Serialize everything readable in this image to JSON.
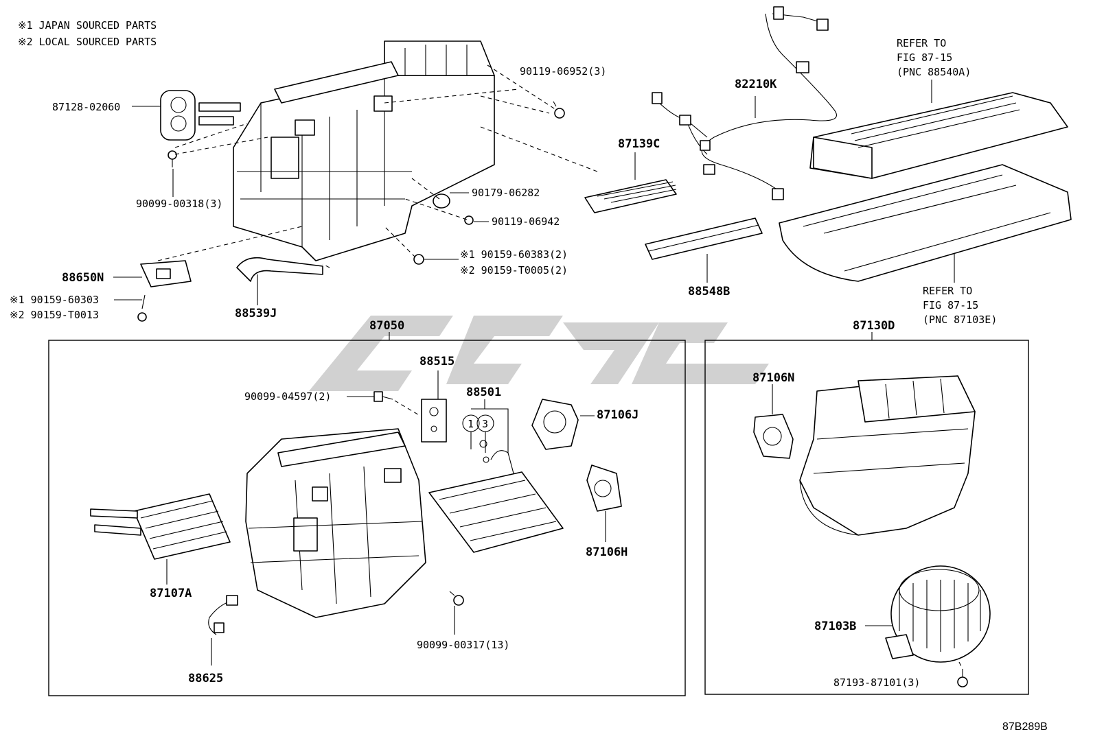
{
  "notes": [
    "※1 JAPAN SOURCED PARTS",
    "※2 LOCAL SOURCED PARTS"
  ],
  "figure_code": "87B289B",
  "parts": {
    "p87128": "87128-02060",
    "p90099_00318": "90099-00318(3)",
    "p88650N": "88650N",
    "p90159_60303": "※1 90159-60303",
    "p90159_T0013": "※2 90159-T0013",
    "p88539J": "88539J",
    "p90119_06952": "90119-06952(3)",
    "p90179_06282": "90179-06282",
    "p90119_06942": "90119-06942",
    "p90159_60383": "※1 90159-60383(2)",
    "p90159_T0005": "※2 90159-T0005(2)",
    "p82210K": "82210K",
    "p87139C": "87139C",
    "p88548B": "88548B",
    "p87050": "87050",
    "p88515": "88515",
    "p90099_04597": "90099-04597(2)",
    "p88501": "88501",
    "p87106J": "87106J",
    "p87106H": "87106H",
    "p87107A": "87107A",
    "p88625": "88625",
    "p90099_00317": "90099-00317(13)",
    "p87130D": "87130D",
    "p87106N": "87106N",
    "p87103B": "87103B",
    "p87193_87101": "87193-87101(3)"
  },
  "refs": {
    "top": [
      "REFER TO",
      "FIG 87-15",
      "(PNC 88540A)"
    ],
    "bottom": [
      "REFER TO",
      "FIG 87-15",
      "(PNC 87103E)"
    ]
  },
  "circles": [
    "1",
    "3"
  ]
}
